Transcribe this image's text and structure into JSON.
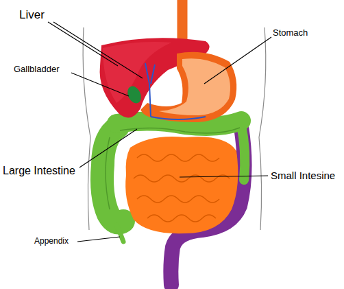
{
  "diagram": {
    "labels": [
      "Liver",
      "Stomach",
      "Gallbladder",
      "Large Intestine",
      "Small Intesine",
      "Appendix"
    ]
  }
}
